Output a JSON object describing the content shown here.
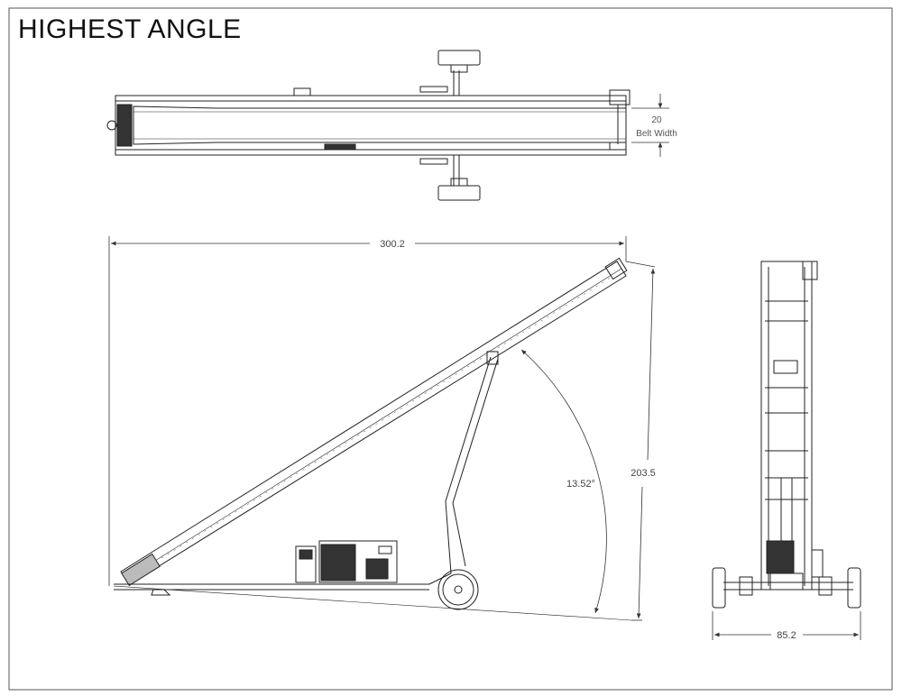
{
  "drawing": {
    "title": "HIGHEST ANGLE",
    "top_view": {
      "belt_width_value": "20",
      "belt_width_label": "Belt Width"
    },
    "side_view": {
      "length_dim": "300.2",
      "height_dim": "203.5",
      "angle_dim": "13.52°"
    },
    "end_view": {
      "width_dim": "85.2"
    }
  }
}
